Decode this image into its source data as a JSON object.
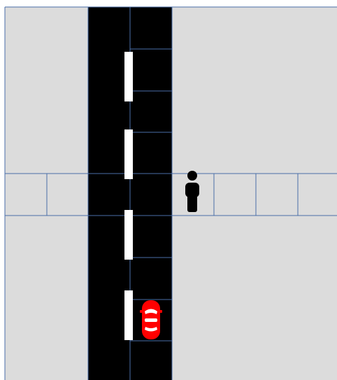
{
  "scene": {
    "colors": {
      "background": "#ffffff",
      "ground": "#dcdcdc",
      "road": "#000000",
      "grid_line": "#4a6ea9",
      "lane_marking": "#ffffff",
      "car_body": "#ff0000",
      "car_stripe": "#ffffff",
      "pedestrian": "#000000"
    },
    "objects": {
      "car": {
        "icon": "red-car-topdown",
        "heading": "up"
      },
      "pedestrian": {
        "icon": "person-silhouette"
      }
    }
  }
}
